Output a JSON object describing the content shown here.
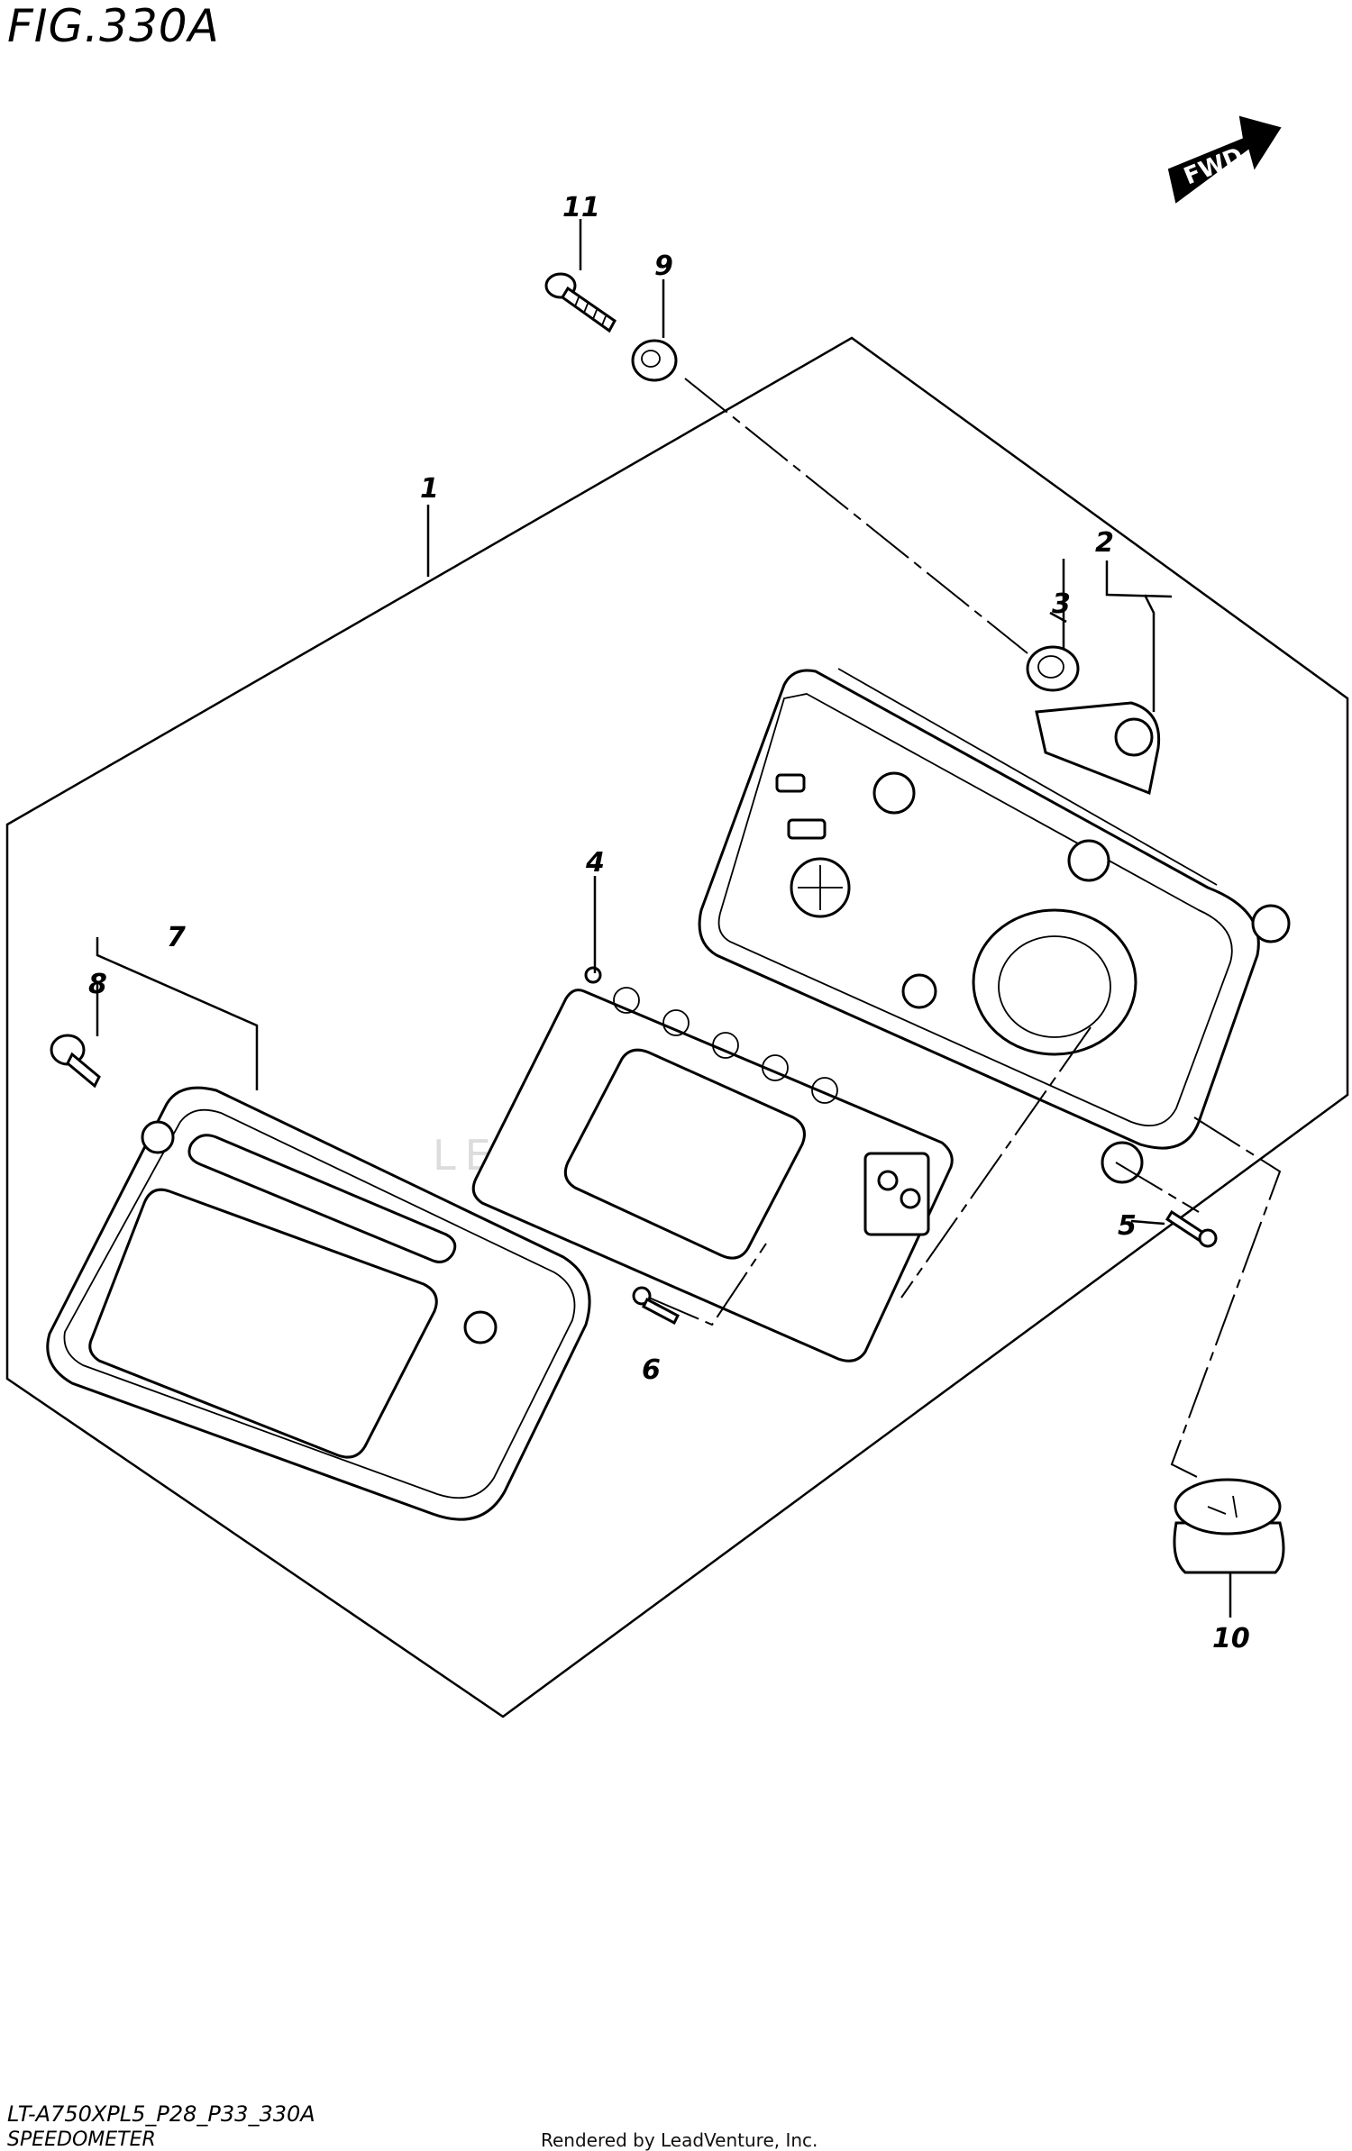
{
  "figure": {
    "title": "FIG.330A",
    "model_code": "LT-A750XPL5_P28_P33_330A",
    "name": "SPEEDOMETER",
    "credit": "Rendered by LeadVenture, Inc.",
    "watermark": "LEADVENTURE",
    "direction_label": "FWD"
  },
  "callouts": [
    {
      "id": "1",
      "label": "1"
    },
    {
      "id": "2",
      "label": "2"
    },
    {
      "id": "3",
      "label": "3"
    },
    {
      "id": "4",
      "label": "4"
    },
    {
      "id": "5",
      "label": "5"
    },
    {
      "id": "6",
      "label": "6"
    },
    {
      "id": "7",
      "label": "7"
    },
    {
      "id": "8",
      "label": "8"
    },
    {
      "id": "9",
      "label": "9"
    },
    {
      "id": "10",
      "label": "10"
    },
    {
      "id": "11",
      "label": "11"
    }
  ]
}
